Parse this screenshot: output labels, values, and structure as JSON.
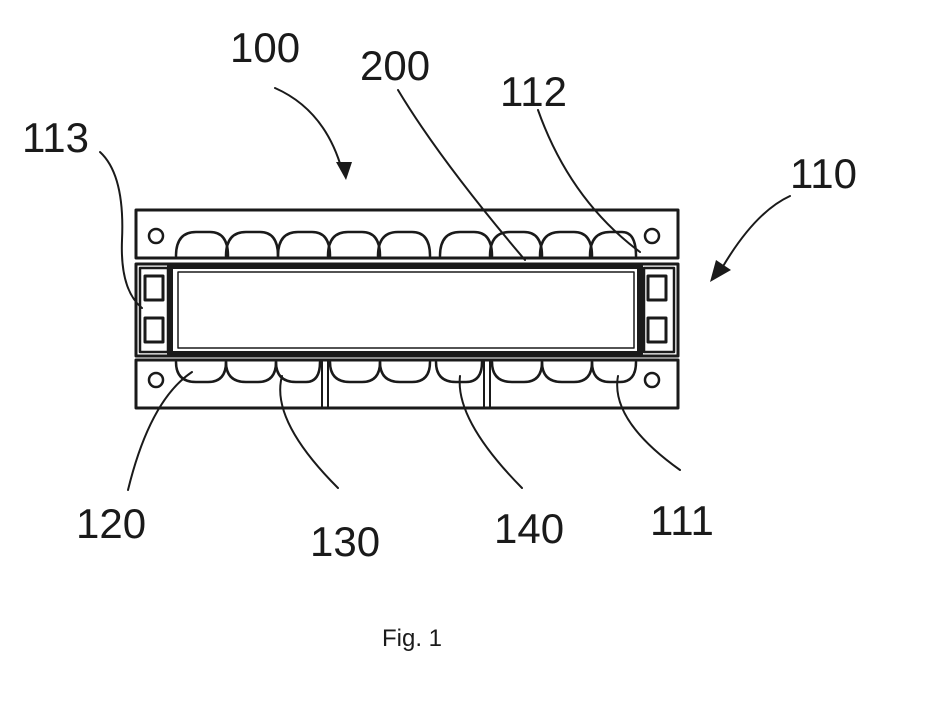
{
  "figure": {
    "caption": "Fig. 1",
    "labels": {
      "r100": "100",
      "r200": "200",
      "r112": "112",
      "r113": "113",
      "r110": "110",
      "r120": "120",
      "r130": "130",
      "r140": "140",
      "r111": "111"
    }
  }
}
